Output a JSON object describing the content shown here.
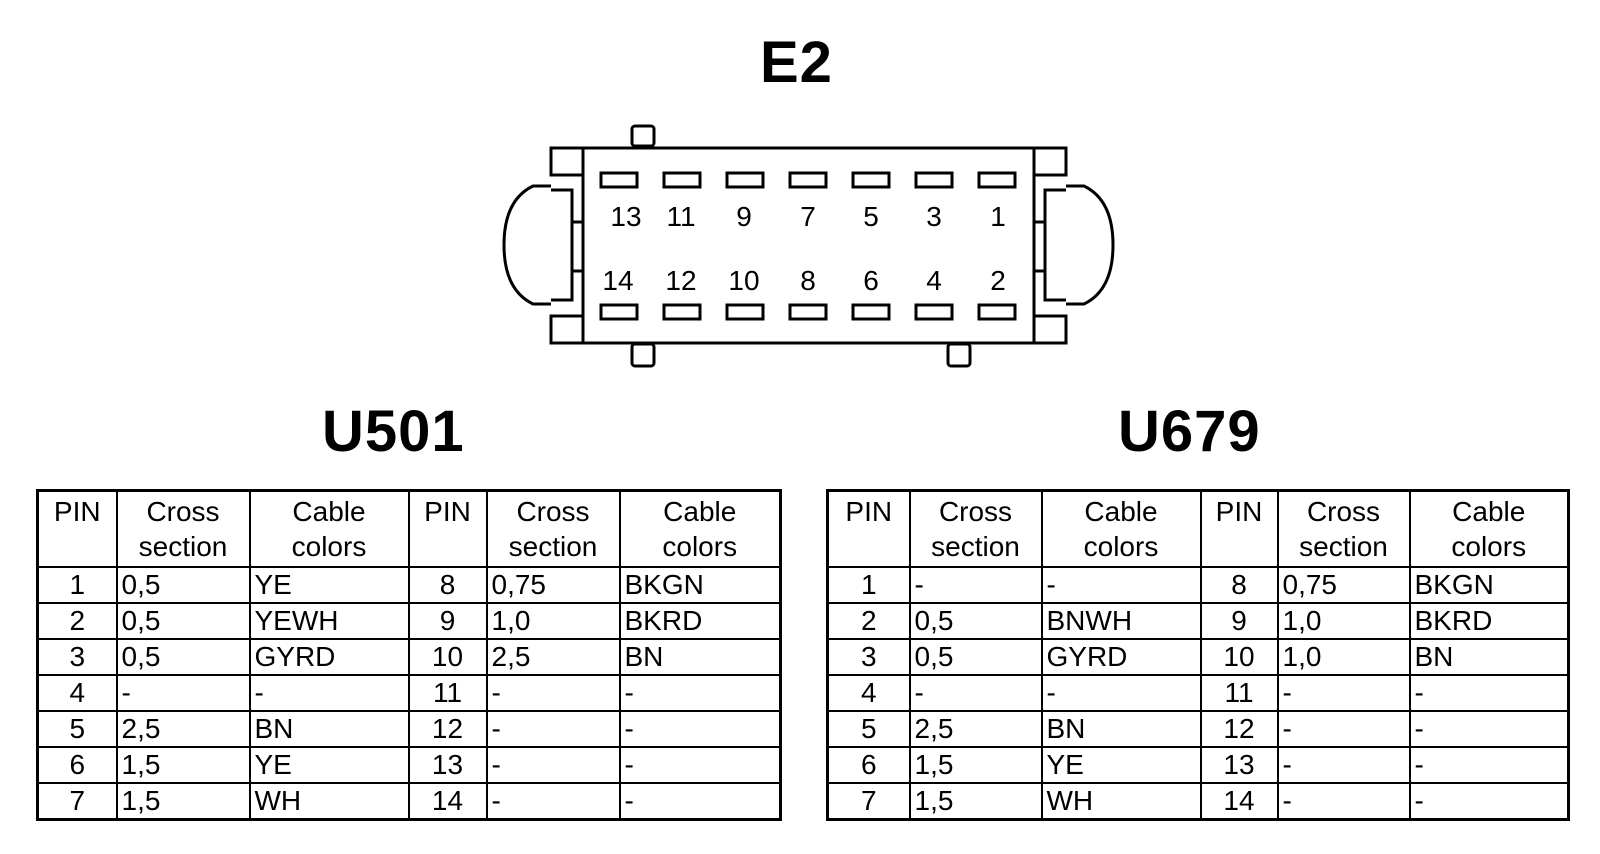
{
  "connector": {
    "title": "E2",
    "pins_top": [
      "13",
      "11",
      "9",
      "7",
      "5",
      "3",
      "1"
    ],
    "pins_bottom": [
      "14",
      "12",
      "10",
      "8",
      "6",
      "4",
      "2"
    ]
  },
  "tables": [
    {
      "title": "U501",
      "headers": [
        "PIN",
        "Cross section",
        "Cable colors",
        "PIN",
        "Cross section",
        "Cable colors"
      ],
      "rows": [
        [
          "1",
          "0,5",
          "YE",
          "8",
          "0,75",
          "BKGN"
        ],
        [
          "2",
          "0,5",
          "YEWH",
          "9",
          "1,0",
          "BKRD"
        ],
        [
          "3",
          "0,5",
          "GYRD",
          "10",
          "2,5",
          "BN"
        ],
        [
          "4",
          "-",
          "-",
          "11",
          "-",
          "-"
        ],
        [
          "5",
          "2,5",
          "BN",
          "12",
          "-",
          "-"
        ],
        [
          "6",
          "1,5",
          "YE",
          "13",
          "-",
          "-"
        ],
        [
          "7",
          "1,5",
          "WH",
          "14",
          "-",
          "-"
        ]
      ]
    },
    {
      "title": "U679",
      "headers": [
        "PIN",
        "Cross section",
        "Cable colors",
        "PIN",
        "Cross section",
        "Cable colors"
      ],
      "rows": [
        [
          "1",
          "-",
          "-",
          "8",
          "0,75",
          "BKGN"
        ],
        [
          "2",
          "0,5",
          "BNWH",
          "9",
          "1,0",
          "BKRD"
        ],
        [
          "3",
          "0,5",
          "GYRD",
          "10",
          "1,0",
          "BN"
        ],
        [
          "4",
          "-",
          "-",
          "11",
          "-",
          "-"
        ],
        [
          "5",
          "2,5",
          "BN",
          "12",
          "-",
          "-"
        ],
        [
          "6",
          "1,5",
          "YE",
          "13",
          "-",
          "-"
        ],
        [
          "7",
          "1,5",
          "WH",
          "14",
          "-",
          "-"
        ]
      ]
    }
  ]
}
